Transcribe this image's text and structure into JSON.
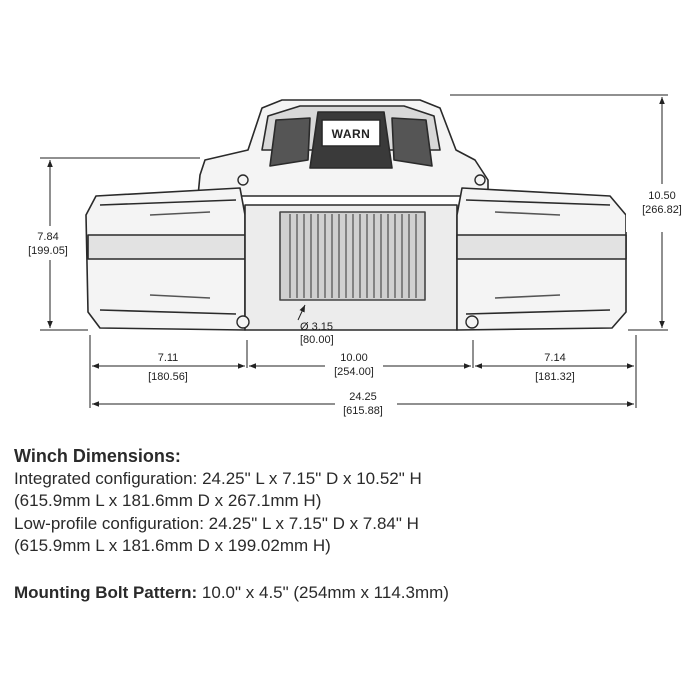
{
  "diagram": {
    "logo": "WARN",
    "dimensions": {
      "low_profile_height": {
        "in": "7.84",
        "mm": "[199.05]"
      },
      "integrated_height": {
        "in": "10.50",
        "mm": "[266.82]"
      },
      "drum_diameter": {
        "in": "Ø 3.15",
        "mm": "[80.00]"
      },
      "left_section": {
        "in": "7.11",
        "mm": "[180.56]"
      },
      "center_section": {
        "in": "10.00",
        "mm": "[254.00]"
      },
      "right_section": {
        "in": "7.14",
        "mm": "[181.32]"
      },
      "overall_length": {
        "in": "24.25",
        "mm": "[615.88]"
      }
    }
  },
  "specs": {
    "heading": "Winch Dimensions:",
    "lines": [
      "Integrated configuration: 24.25\" L x 7.15\" D x 10.52\" H",
      "(615.9mm L x 181.6mm D x 267.1mm H)",
      "Low-profile configuration: 24.25\" L x 7.15\" D x 7.84\" H",
      "(615.9mm L x 181.6mm D x 199.02mm H)"
    ],
    "bolt_label": "Mounting Bolt Pattern:",
    "bolt_value": " 10.0\" x 4.5\" (254mm x 114.3mm)"
  }
}
